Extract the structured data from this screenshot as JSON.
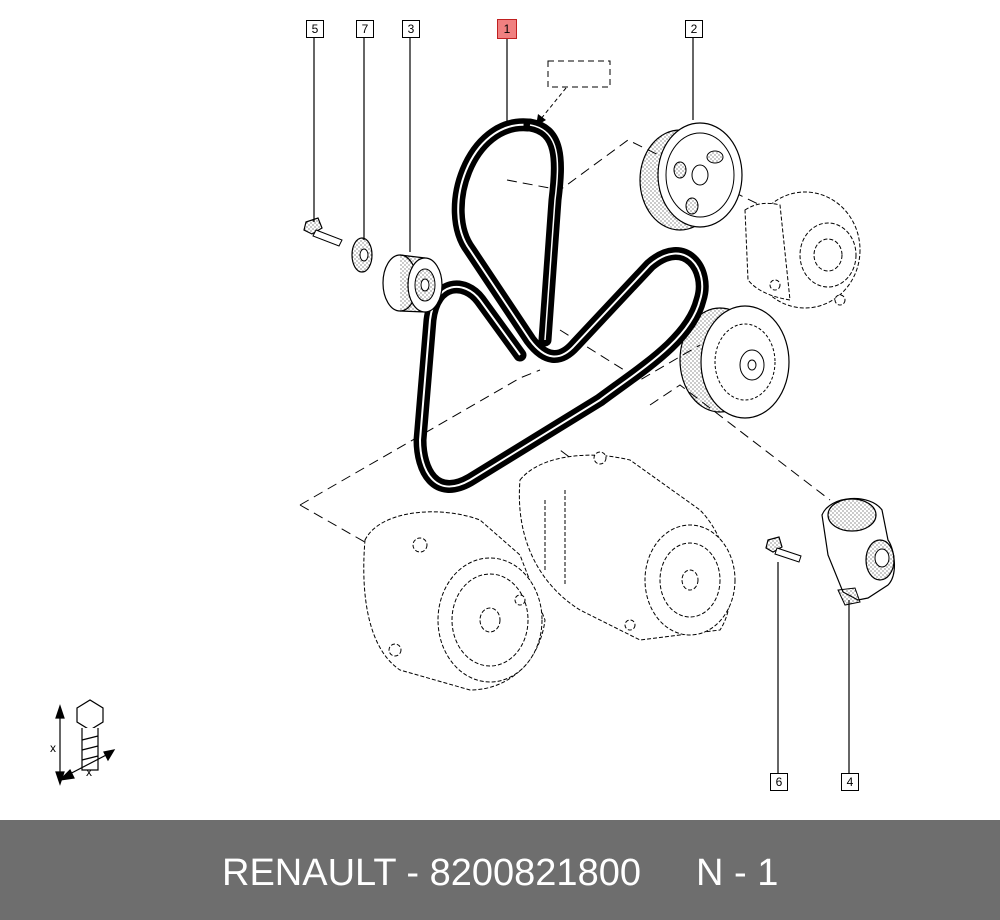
{
  "callouts": {
    "c1": "1",
    "c2": "2",
    "c3": "3",
    "c4": "4",
    "c5": "5",
    "c6": "6",
    "c7": "7"
  },
  "legend": {
    "x_label": "x"
  },
  "footer": {
    "brand_part": "RENAULT - 8200821800",
    "ref": "N - 1",
    "background": "#6e6e6e",
    "text_color": "#ffffff"
  },
  "highlight_color": "#f08080"
}
